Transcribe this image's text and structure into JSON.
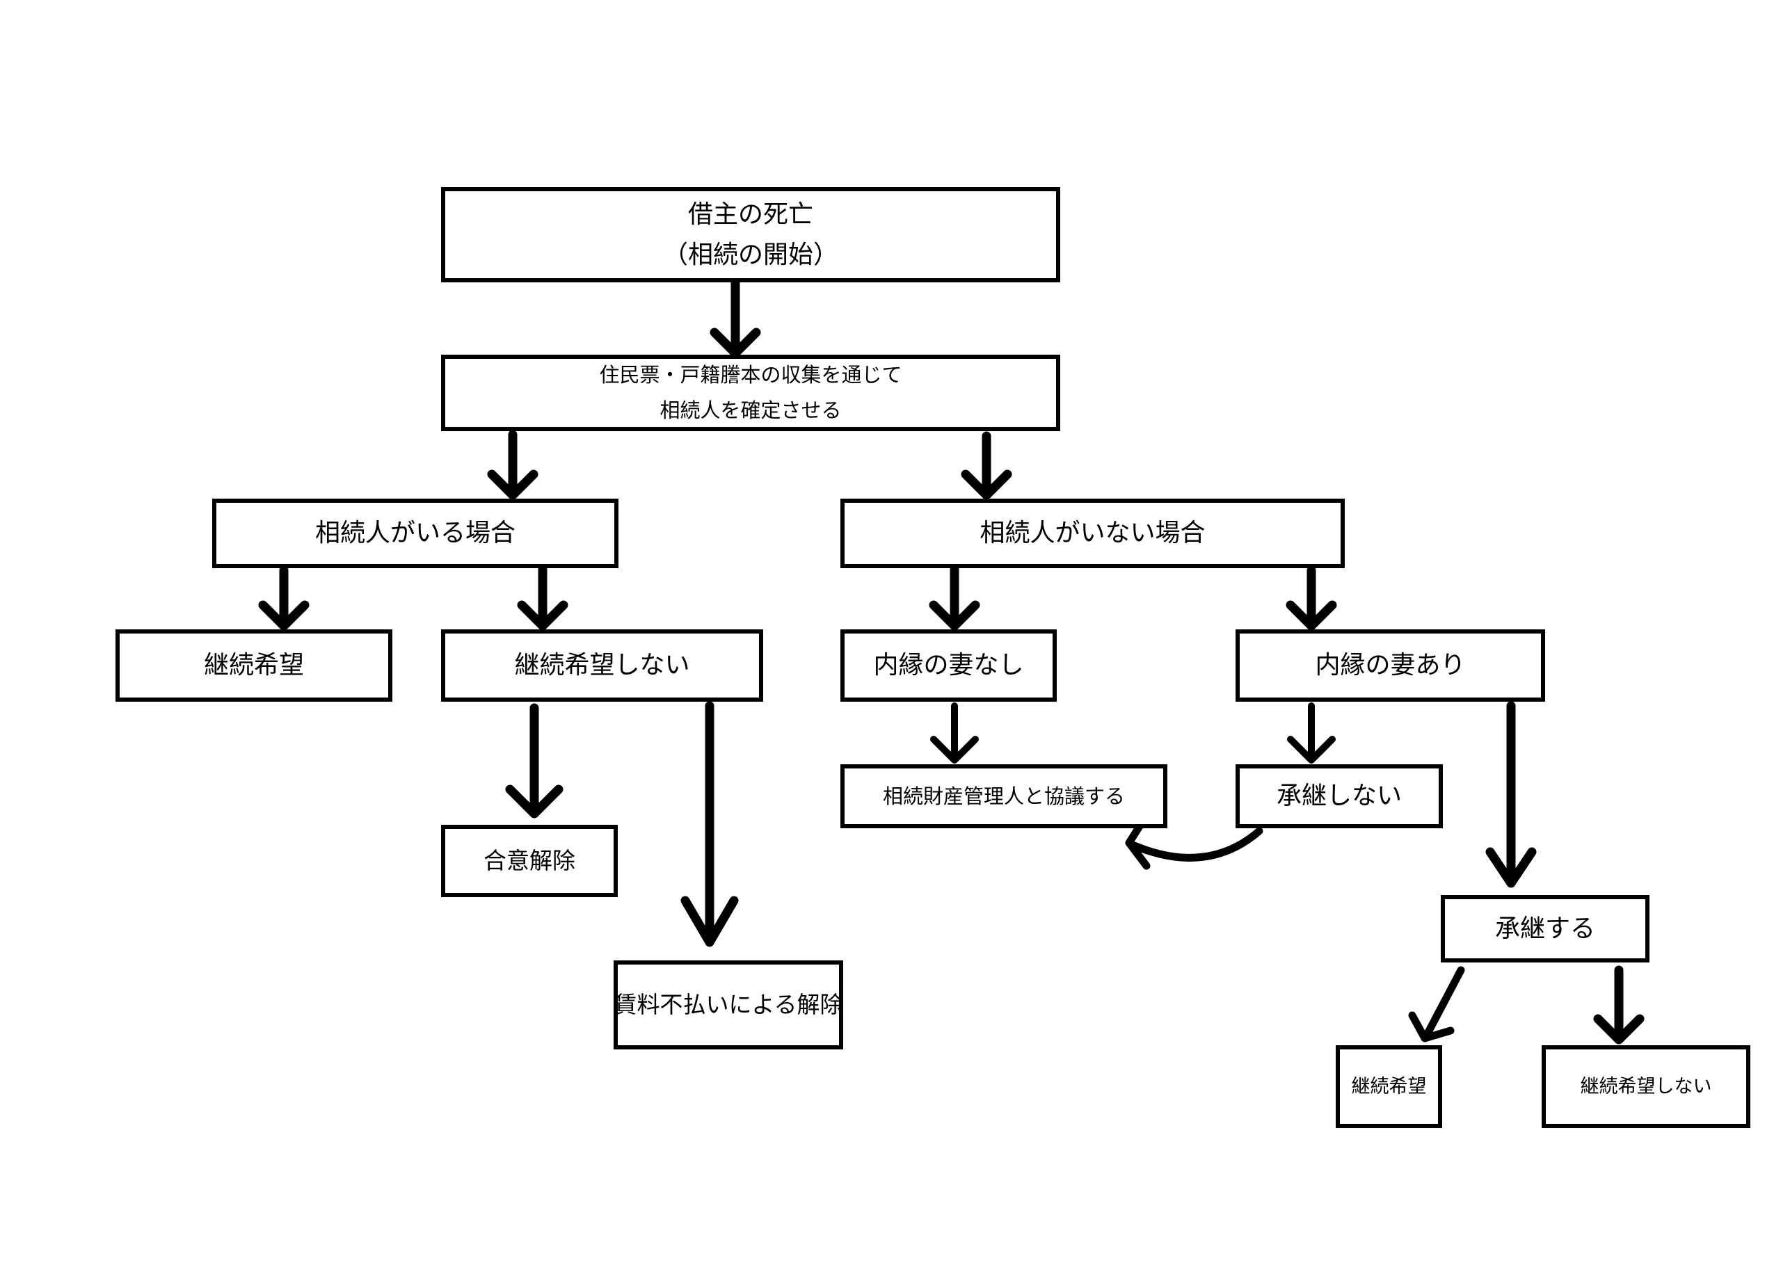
{
  "nodes": {
    "death": {
      "line1": "借主の死亡",
      "line2": "（相続の開始）"
    },
    "confirm": {
      "line1": "住民票・戸籍謄本の収集を通じて",
      "line2": "相続人を確定させる"
    },
    "heir_exists": "相続人がいる場合",
    "heir_none": "相続人がいない場合",
    "continue_wish_1": "継続希望",
    "continue_no_wish_1": "継続希望しない",
    "mutual_termination": "合意解除",
    "rent_default_termination": "賃料不払いによる解除",
    "no_common_law_wife": "内縁の妻なし",
    "common_law_wife": "内縁の妻あり",
    "estate_administrator": "相続財産管理人と協議する",
    "not_succeed": "承継しない",
    "succeed": "承継する",
    "continue_wish_2": "継続希望",
    "continue_no_wish_2": "継続希望しない"
  }
}
